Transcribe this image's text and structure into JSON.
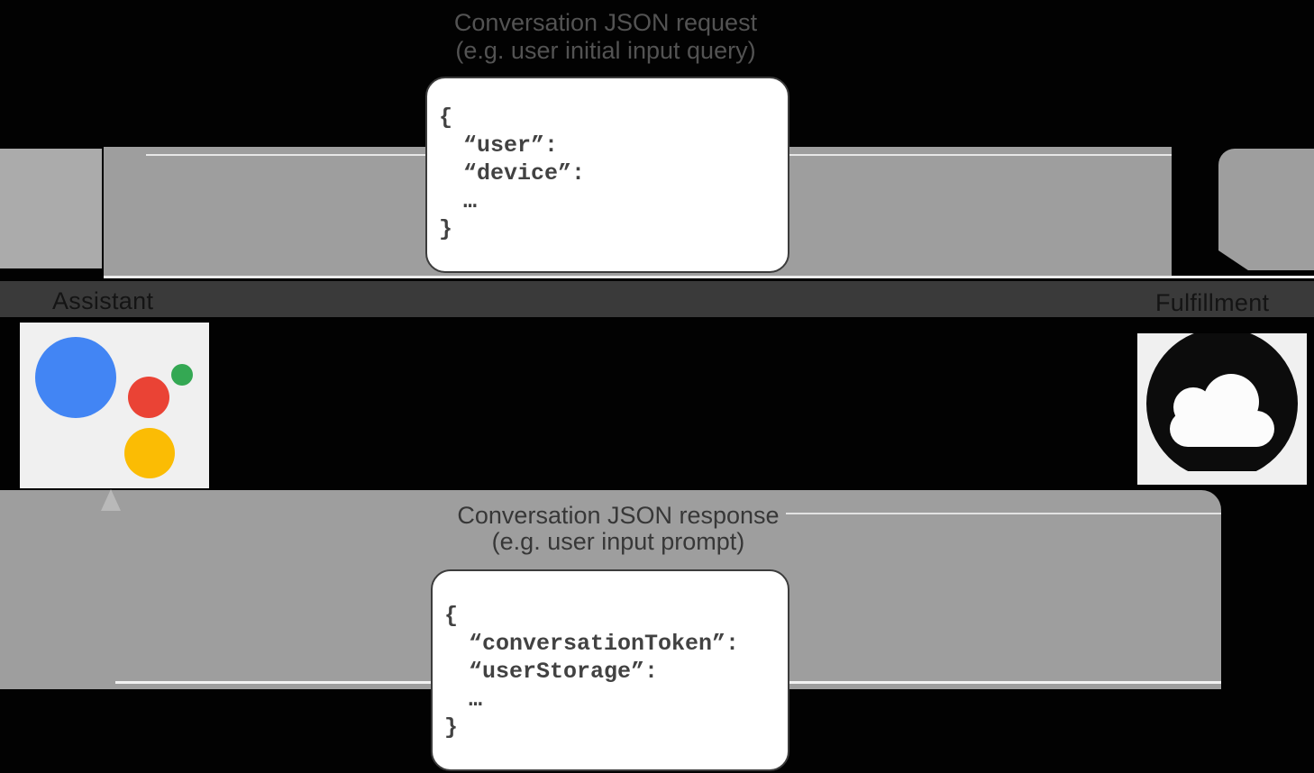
{
  "request": {
    "title_line1": "Conversation JSON request",
    "title_line2": "(e.g. user initial input query)",
    "json_lines": [
      "{",
      "“user”:",
      "“device”:",
      "…",
      "}"
    ]
  },
  "response": {
    "title_line1": "Conversation JSON response",
    "title_line2": "(e.g. user input prompt)",
    "json_lines": [
      "{",
      "“conversationToken”:",
      "“userStorage”:",
      "…",
      "}"
    ]
  },
  "actors": {
    "left_label": "Assistant",
    "right_label": "Fulfillment"
  },
  "icons": {
    "left": "google-assistant-logo",
    "right": "cloud-icon"
  },
  "colors": {
    "background": "#020202",
    "arrow_gray": "#9e9e9e",
    "arrow_gray_light": "#ababab",
    "label_strip": "#3a3a3a",
    "card_bg": "#f0f0f0",
    "json_card_bg": "#ffffff",
    "code_text": "#424242",
    "assistant_blue": "#4285f4",
    "assistant_red": "#ea4335",
    "assistant_green": "#34a853",
    "assistant_yellow": "#fbbc04"
  }
}
